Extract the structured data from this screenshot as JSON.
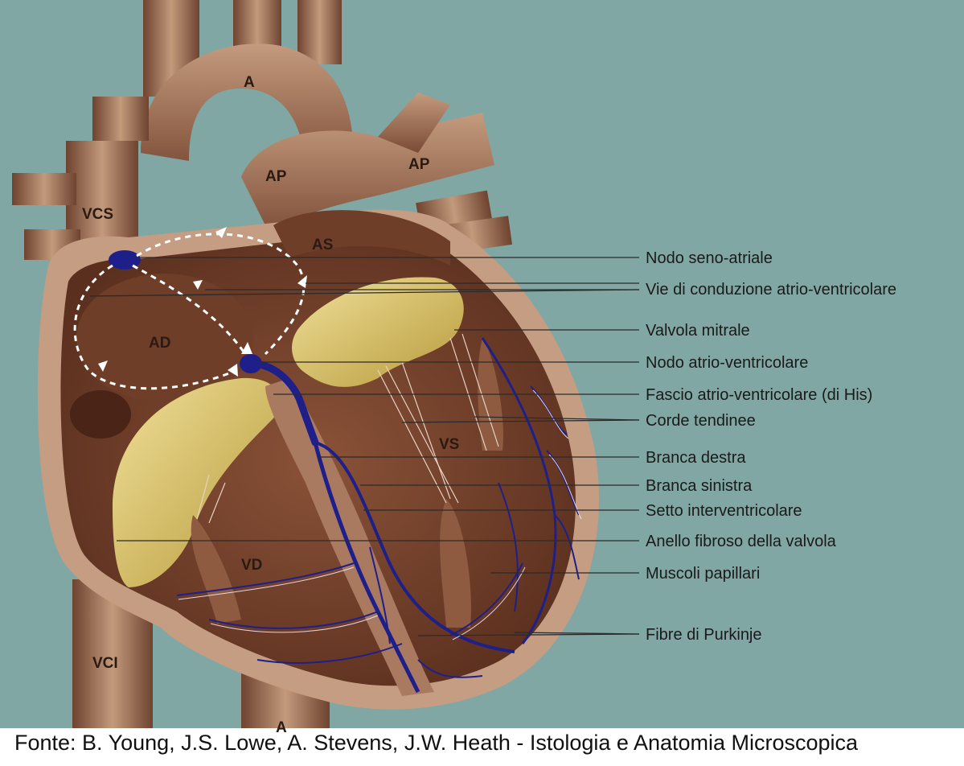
{
  "diagram": {
    "background_color": "#7fa6a3",
    "structures": {
      "aorta_top": "A",
      "aorta_bottom": "A",
      "pulmonary_artery_left": "AP",
      "pulmonary_artery_right": "AP",
      "superior_vena_cava": "VCS",
      "inferior_vena_cava": "VCI",
      "left_atrium": "AS",
      "right_atrium": "AD",
      "left_ventricle": "VS",
      "right_ventricle": "VD"
    },
    "labels": [
      "Nodo seno-atriale",
      "Vie di conduzione atrio-ventricolare",
      "Valvola mitrale",
      "Nodo atrio-ventricolare",
      "Fascio atrio-ventricolare (di His)",
      "Corde tendinee",
      "Branca destra",
      "Branca sinistra",
      "Setto interventricolare",
      "Anello fibroso della valvola",
      "Muscoli papillari",
      "Fibre di Purkinje"
    ],
    "colors": {
      "muscle": "#7a4a34",
      "muscle_light": "#b98a6c",
      "valve_ring": "#d9c46a",
      "conduction": "#1f1f8a",
      "vessel": "#a07458"
    }
  },
  "caption": "Fonte: B. Young, J.S. Lowe, A. Stevens, J.W. Heath - Istologia e Anatomia Microscopica"
}
